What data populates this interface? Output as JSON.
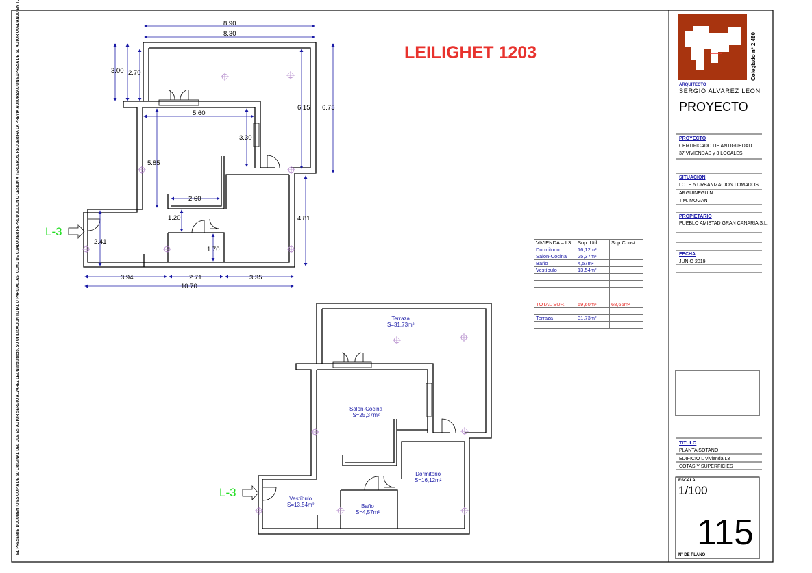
{
  "title": "LEILIGHET 1203",
  "side_notice": "EL PRESENTE DOCUMENTO ES COPIA DE SU ORIGINAL DEL QUE ES AUTOR SERGIO ALVAREZ LEON arquitecto. SU UTILIZACION TOTAL O PARCIAL, ASI COMO DE CUALQUIER REPRODUCCION O CESION A TERCEROS, REQUERIRA LA PREVIA AUTORIZACION EXPRESA DE SU AUTOR QUEDANDO EN TODO CASO PROHIBIDA CUALQUIER MODIFICACION UNILATERAL DEL MISMO.",
  "entrance_label": "L-3",
  "plan_dims": {
    "d890": "8.90",
    "d830": "8.30",
    "d300": "3.00",
    "d270": "2.70",
    "d615": "6.15",
    "d675": "6.75",
    "d560": "5.60",
    "d330": "3.30",
    "d585": "5.85",
    "d260": "2.60",
    "d120": "1.20",
    "d170": "1.70",
    "d481": "4.81",
    "d241": "2.41",
    "d394": "3.94",
    "d271": "2.71",
    "d335": "3.35",
    "d1070": "10.70"
  },
  "rooms": {
    "terraza_name": "Terraza",
    "terraza_area": "S=31,73m²",
    "salon_name": "Salón-Cocina",
    "salon_area": "S=25,37m²",
    "dormitorio_name": "Dormitorio",
    "dormitorio_area": "S=16,12m²",
    "vestibulo_name": "Vestíbulo",
    "vestibulo_area": "S=13,54m²",
    "bano_name": "Baño",
    "bano_area": "S=4,57m²"
  },
  "surface_table": {
    "h1": "VIVIENDA – L3",
    "h2": "Sup. Util",
    "h3": "Sup.Const.",
    "rows": [
      {
        "name": "Dormitorio",
        "util": "16,12m²"
      },
      {
        "name": "Salón-Cocina",
        "util": "25,37m²"
      },
      {
        "name": "Baño",
        "util": "4,57m²"
      },
      {
        "name": "Vestíbulo",
        "util": "13,54m²"
      }
    ],
    "total_label": "TOTAL SUP.",
    "total_util": "59,60m²",
    "total_const": "68,65m²",
    "terraza_label": "Terraza",
    "terraza_util": "31,73m²"
  },
  "title_block": {
    "colegiado": "Colegiado nº 2.480",
    "arquitecto_label": "ARQUITECTO",
    "arquitecto_name": "SERGIO ALVAREZ LEON",
    "proyecto_heading": "PROYECTO",
    "proyecto_label": "PROYECTO",
    "proyecto_l1": "CERTIFICADO DE ANTIGUEDAD",
    "proyecto_l2": "37 VIVIENDAS y 3 LOCALES",
    "situacion_label": "SITUACION",
    "situacion_l1": "LOTE 5 URBANIZACION LOMADOS",
    "situacion_l2": "ARGUINEGUIN",
    "situacion_l3": "T.M. MOGAN",
    "propietario_label": "PROPIETARIO",
    "propietario_l1": "PUEBLO AMISTAD GRAN CANARIA S.L.",
    "fecha_label": "FECHA",
    "fecha_value": "JUNIO 2019",
    "titulo_label": "TITULO",
    "titulo_l1": "PLANTA SOTANO",
    "titulo_l2": "EDIFICIO L Vivienda L3",
    "titulo_l3": "COTAS Y SUPERFICIES",
    "escala_label": "ESCALA",
    "escala_value": "1/100",
    "plano_number": "115",
    "plano_label": "Nº DE PLANO"
  },
  "colors": {
    "title_red": "#e8322d",
    "logo_bg": "#a8340f",
    "dim_blue": "#1a1aa6",
    "entrance_green": "#22dd22",
    "light_purple": "#b48acb"
  }
}
